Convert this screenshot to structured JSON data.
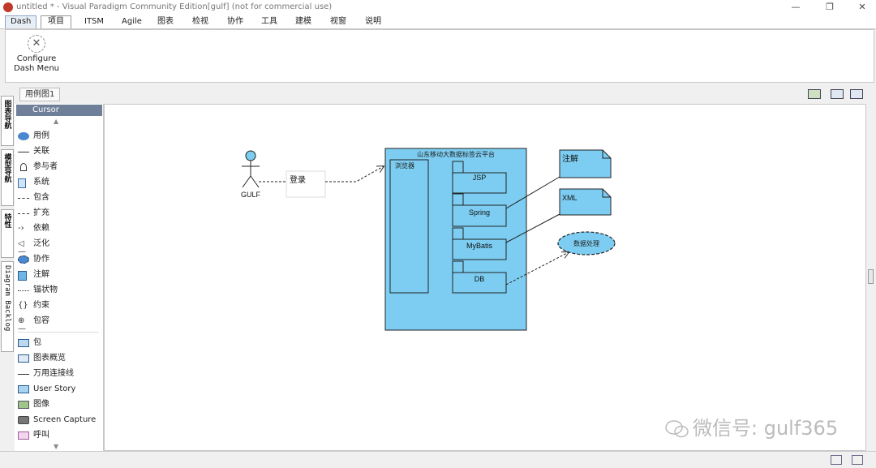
{
  "window": {
    "title": "untitled * - Visual Paradigm Community Edition[gulf] (not for commercial use)",
    "minimize": "—",
    "maximize": "❐",
    "close": "✕"
  },
  "menu": {
    "items": [
      "Dash",
      "项目",
      "ITSM",
      "Agile",
      "图表",
      "检视",
      "协作",
      "工具",
      "建模",
      "视窗",
      "说明"
    ]
  },
  "ribbon": {
    "configure_line1": "Configure",
    "configure_line2": "Dash Menu"
  },
  "diagram_tab": "用例图1",
  "left_tabs": [
    "图表导航",
    "模型导航",
    "特性",
    "Diagram Backlog"
  ],
  "palette": {
    "cursor": "Cursor",
    "items": [
      "用例",
      "关联",
      "参与者",
      "系统",
      "包含",
      "扩充",
      "依赖",
      "泛化",
      "协作",
      "注解",
      "锚状物",
      "约束",
      "包容"
    ],
    "items2": [
      "包",
      "图表概览",
      "万用连接线",
      "User Story",
      "图像",
      "Screen Capture",
      "呼叫"
    ]
  },
  "diagram": {
    "actor_name": "GULF",
    "login_label": "登录",
    "system_title": "山东移动大数据标签云平台",
    "browser_label": "浏览器",
    "components": [
      "JSP",
      "Spring",
      "MyBatis",
      "DB"
    ],
    "note1": "注解",
    "note2": "XML",
    "usecase": "数据处理"
  },
  "watermark": "微信号: gulf365",
  "colors": {
    "system_fill": "#7ccdf1",
    "accent_border": "#1a1a1a"
  }
}
